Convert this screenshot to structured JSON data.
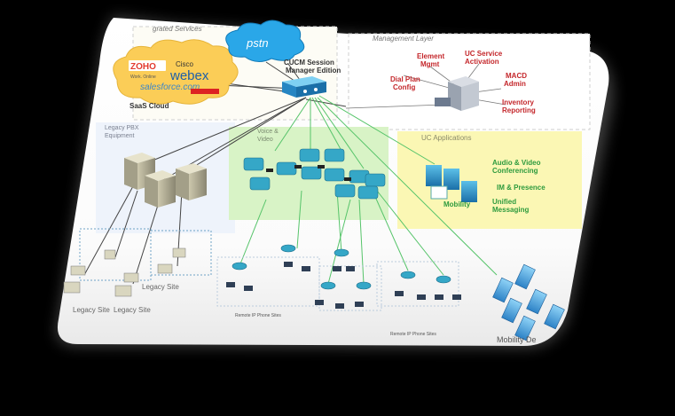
{
  "zones": {
    "integrated_services": "grated Services",
    "management_layer": "Management Layer",
    "legacy_pbx": [
      "Legacy PBX",
      "Equipment"
    ],
    "voice_video": [
      "Voice &",
      "Video"
    ],
    "uc_applications": "UC Applications"
  },
  "cloud": {
    "pstn": "pstn",
    "saas_cloud": "SaaS Cloud",
    "logos": {
      "zoho": "ZOHO",
      "zoho_sub": "Work. Online",
      "cisco": "Cisco",
      "webex": "webex",
      "salesforce": "salesforce.com"
    }
  },
  "cucm": [
    "CUCM Session",
    "Manager Edition"
  ],
  "management_items": [
    [
      "Element",
      "Mgmt"
    ],
    [
      "UC Service",
      "Activation"
    ],
    [
      "Dial Plan",
      "Config"
    ],
    [
      "MACD",
      "Admin"
    ],
    [
      "Inventory",
      "Reporting"
    ]
  ],
  "uc_apps": [
    [
      "Audio & Video",
      "Conferencing"
    ],
    [
      "IM & Presence"
    ],
    [
      "Mobility"
    ],
    [
      "Unified",
      "Messaging"
    ]
  ],
  "sites": {
    "legacy_site_1": "Legacy Site",
    "legacy_site_2": "Legacy Site",
    "legacy_site_3": "Legacy Site",
    "remote_1": "Remote IP Phone Sites",
    "remote_2": "Remote IP Phone Sites",
    "mobility": "Mobility De"
  },
  "colors": {
    "management_text": "#c4272b",
    "uc_text": "#2e9b3e",
    "link_green": "#56c46a",
    "voice_zone": "#d8f3c6",
    "uc_zone": "#fbf7b4",
    "cloud_blue": "#2aa7e8",
    "saas_yellow": "#fbcd57"
  }
}
